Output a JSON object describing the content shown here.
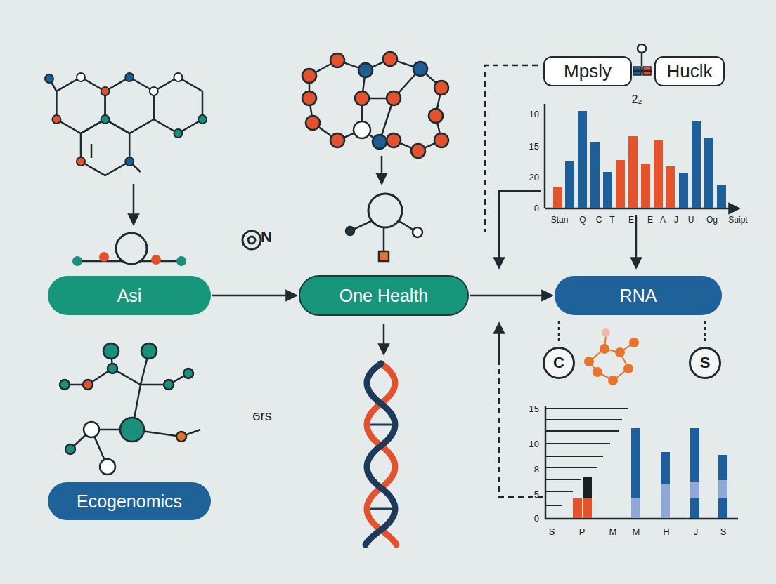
{
  "diagram": {
    "nodes": [
      {
        "text": [
          "Mpsly"
        ]
      },
      {
        "text": [
          "Huclk"
        ]
      },
      {
        "text": [
          "Asi"
        ]
      },
      {
        "text": [
          "One Health"
        ]
      },
      {
        "text": [
          "RNA"
        ]
      },
      {
        "text": [
          "C"
        ]
      },
      {
        "text": [
          "S"
        ]
      },
      {
        "text": [
          "Ecogenomics"
        ]
      }
    ],
    "edges": [
      {
        "from": 2,
        "to": 3,
        "arrow": "to"
      },
      {
        "from": 3,
        "to": 4,
        "arrow": "to"
      },
      {
        "from": 0,
        "to": 1,
        "arrow": "none"
      }
    ],
    "labels": [
      "N",
      "2₂",
      "10",
      "15",
      "20",
      "0",
      "Stan",
      "Q",
      "C",
      "T",
      "E",
      "E",
      "A",
      "J",
      "U",
      "Og",
      "Suipt",
      "ϭrs",
      "15",
      "10",
      "8",
      "5",
      "0",
      "S",
      "P",
      "M",
      "M",
      "H",
      "J",
      "S"
    ]
  }
}
